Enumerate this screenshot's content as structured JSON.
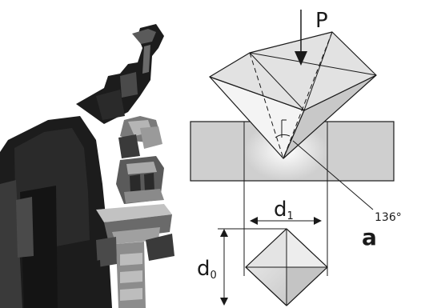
{
  "labels": {
    "force": "P",
    "diagonal_1": "d",
    "diagonal_1_sub": "1",
    "diagonal_0": "d",
    "diagonal_0_sub": "0",
    "angle": "136°",
    "panel": "a"
  },
  "colors": {
    "stroke": "#1a1a1a",
    "specimen_fill": "#cfcfcf",
    "indenter_light": "#f4f4f4",
    "indenter_mid": "#e2e2e2",
    "indenter_dark": "#c8c8c8",
    "imprint_fill": "#d9d9d9",
    "machine_dark": "#1c1c1c",
    "machine_mid": "#5a5a5a",
    "machine_light": "#a9a9a9"
  },
  "icons": {
    "photo": "hardness-tester-machine-icon"
  }
}
